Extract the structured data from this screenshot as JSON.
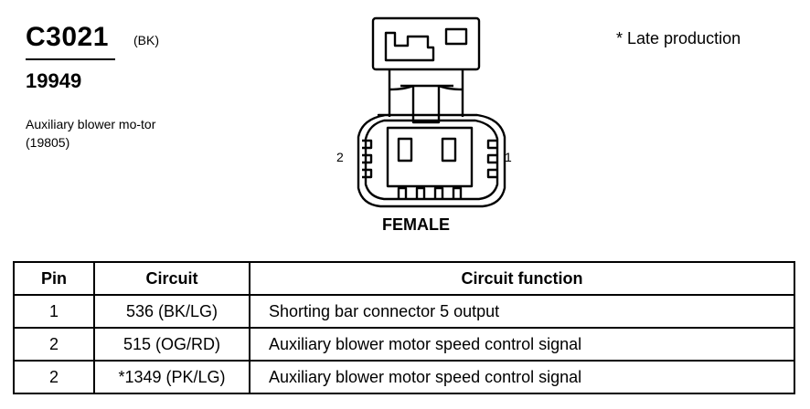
{
  "connector": {
    "id": "C3021",
    "color_code": "(BK)",
    "part_number": "19949",
    "description": "Auxiliary blower mo-tor (19805)"
  },
  "note": "* Late production",
  "diagram": {
    "pin_left_label": "2",
    "pin_right_label": "1",
    "view_label": "FEMALE"
  },
  "table": {
    "headers": [
      "Pin",
      "Circuit",
      "Circuit function"
    ],
    "rows": [
      [
        "1",
        "536 (BK/LG)",
        "Shorting bar connector 5 output"
      ],
      [
        "2",
        "515 (OG/RD)",
        "Auxiliary blower motor  speed control signal"
      ],
      [
        "2",
        "*1349 (PK/LG)",
        "Auxiliary blower motor  speed control signal"
      ]
    ]
  }
}
